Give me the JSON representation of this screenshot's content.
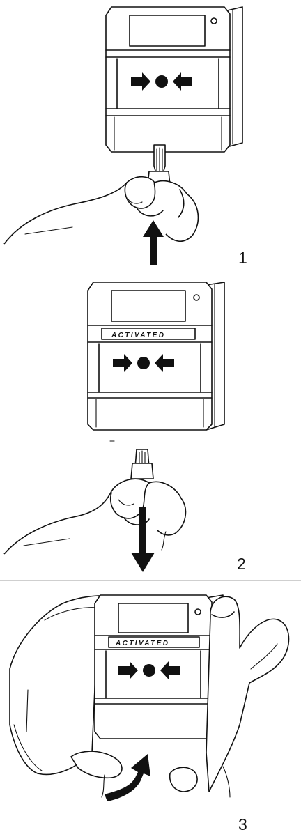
{
  "steps": [
    {
      "number": "1"
    },
    {
      "number": "2",
      "device_label": "ACTIVATED"
    },
    {
      "number": "3",
      "device_label": "ACTIVATED"
    }
  ],
  "colors": {
    "ink": "#111111",
    "background": "#ffffff",
    "divider": "#cfcfcf"
  },
  "icons": {
    "arrows_symbol": "arrows-pointing-at-dot-icon",
    "move_arrow": "motion-arrow-icon",
    "led": "led-indicator-icon",
    "key": "reset-key-icon",
    "hand": "hand-icon"
  }
}
